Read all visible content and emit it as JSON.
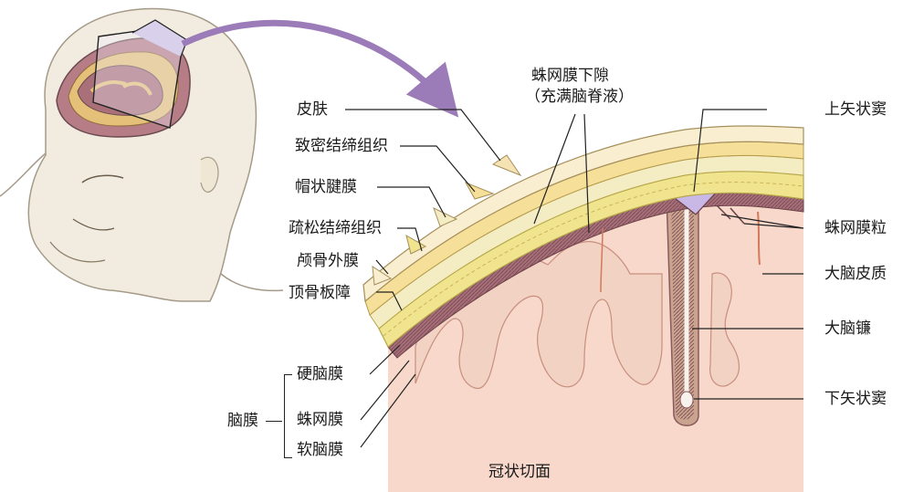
{
  "labels": {
    "skin": "皮肤",
    "dense_ct": "致密结缔组织",
    "galea": "帽状腱膜",
    "loose_ct": "疏松结缔组织",
    "pericranium": "颅骨外膜",
    "parietal_plate": "顶骨板障",
    "meninges": "脑膜",
    "dura": "硬脑膜",
    "arachnoid": "蛛网膜",
    "pia": "软脑膜",
    "subarachnoid_line1": "蛛网膜下隙",
    "subarachnoid_line2": "（充满脑脊液）",
    "sss": "上矢状窦",
    "granulations": "蛛网膜粒",
    "cortex": "大脑皮质",
    "falx": "大脑镰",
    "iss": "下矢状窦",
    "caption": "冠状切面"
  },
  "colors": {
    "skin": "#f6e3b4",
    "bone": "#f0e58e",
    "brain": "#f4c6b3",
    "dura": "#9a6a6e",
    "sinus": "#c9b8e6",
    "arrow": "#9b7bb8",
    "head": "#f2ece0"
  }
}
